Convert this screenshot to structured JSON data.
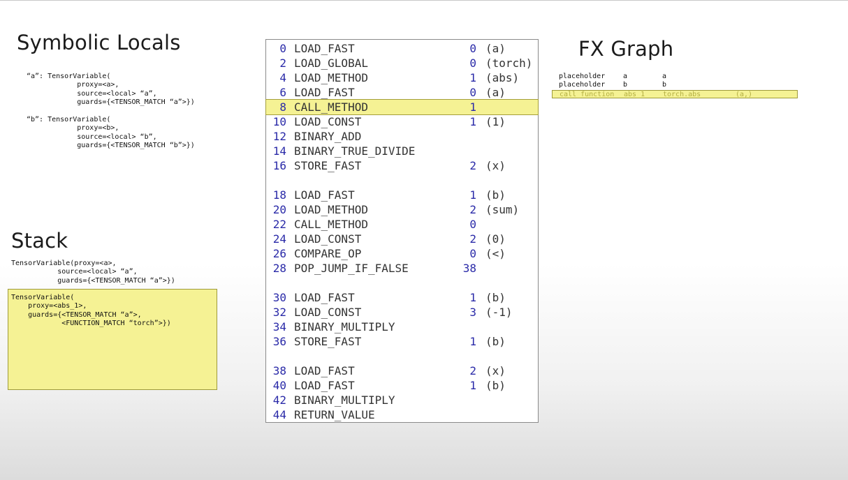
{
  "symbolic_locals": {
    "title": "Symbolic Locals",
    "a": "“a”: TensorVariable(\n            proxy=<a>,\n            source=<local> “a”,\n            guards={<TENSOR_MATCH “a”>})",
    "b": "“b”: TensorVariable(\n            proxy=<b>,\n            source=<local> “b”,\n            guards={<TENSOR_MATCH “b”>})"
  },
  "stack": {
    "title": "Stack",
    "entries": [
      "TensorVariable(proxy=<a>,\n           source=<local> “a”,\n           guards={<TENSOR_MATCH “a”>})",
      "TensorVariable(\n    proxy=<abs_1>,\n    guards={<TENSOR_MATCH “a”>,\n            <FUNCTION_MATCH “torch”>})"
    ]
  },
  "bytecode": [
    {
      "offset": "0",
      "op": "LOAD_FAST",
      "arg": "0",
      "argrepr": "(a)"
    },
    {
      "offset": "2",
      "op": "LOAD_GLOBAL",
      "arg": "0",
      "argrepr": "(torch)"
    },
    {
      "offset": "4",
      "op": "LOAD_METHOD",
      "arg": "1",
      "argrepr": "(abs)"
    },
    {
      "offset": "6",
      "op": "LOAD_FAST",
      "arg": "0",
      "argrepr": "(a)"
    },
    {
      "offset": "8",
      "op": "CALL_METHOD",
      "arg": "1",
      "argrepr": ""
    },
    {
      "offset": "10",
      "op": "LOAD_CONST",
      "arg": "1",
      "argrepr": "(1)"
    },
    {
      "offset": "12",
      "op": "BINARY_ADD",
      "arg": "",
      "argrepr": ""
    },
    {
      "offset": "14",
      "op": "BINARY_TRUE_DIVIDE",
      "arg": "",
      "argrepr": ""
    },
    {
      "offset": "16",
      "op": "STORE_FAST",
      "arg": "2",
      "argrepr": "(x)"
    },
    {
      "offset": "18",
      "op": "LOAD_FAST",
      "arg": "1",
      "argrepr": "(b)"
    },
    {
      "offset": "20",
      "op": "LOAD_METHOD",
      "arg": "2",
      "argrepr": "(sum)"
    },
    {
      "offset": "22",
      "op": "CALL_METHOD",
      "arg": "0",
      "argrepr": ""
    },
    {
      "offset": "24",
      "op": "LOAD_CONST",
      "arg": "2",
      "argrepr": "(0)"
    },
    {
      "offset": "26",
      "op": "COMPARE_OP",
      "arg": "0",
      "argrepr": "(<)"
    },
    {
      "offset": "28",
      "op": "POP_JUMP_IF_FALSE",
      "arg": "38",
      "argrepr": ""
    },
    {
      "offset": "30",
      "op": "LOAD_FAST",
      "arg": "1",
      "argrepr": "(b)"
    },
    {
      "offset": "32",
      "op": "LOAD_CONST",
      "arg": "3",
      "argrepr": "(-1)"
    },
    {
      "offset": "34",
      "op": "BINARY_MULTIPLY",
      "arg": "",
      "argrepr": ""
    },
    {
      "offset": "36",
      "op": "STORE_FAST",
      "arg": "1",
      "argrepr": "(b)"
    },
    {
      "offset": "38",
      "op": "LOAD_FAST",
      "arg": "2",
      "argrepr": "(x)"
    },
    {
      "offset": "40",
      "op": "LOAD_FAST",
      "arg": "1",
      "argrepr": "(b)"
    },
    {
      "offset": "42",
      "op": "BINARY_MULTIPLY",
      "arg": "",
      "argrepr": ""
    },
    {
      "offset": "44",
      "op": "RETURN_VALUE",
      "arg": "",
      "argrepr": ""
    }
  ],
  "bytecode_highlight_offset": "8",
  "fx_graph": {
    "title": "FX Graph",
    "nodes": [
      {
        "op": "placeholder",
        "name": "a",
        "target": "a",
        "args": ""
      },
      {
        "op": "placeholder",
        "name": "b",
        "target": "b",
        "args": ""
      },
      {
        "op": "call_function",
        "name": "abs_1",
        "target": "torch.abs",
        "args": "(a,)"
      }
    ],
    "highlight_index": 2
  },
  "colors": {
    "highlight": "#f5f294",
    "offset_blue": "#2a2aa8"
  }
}
